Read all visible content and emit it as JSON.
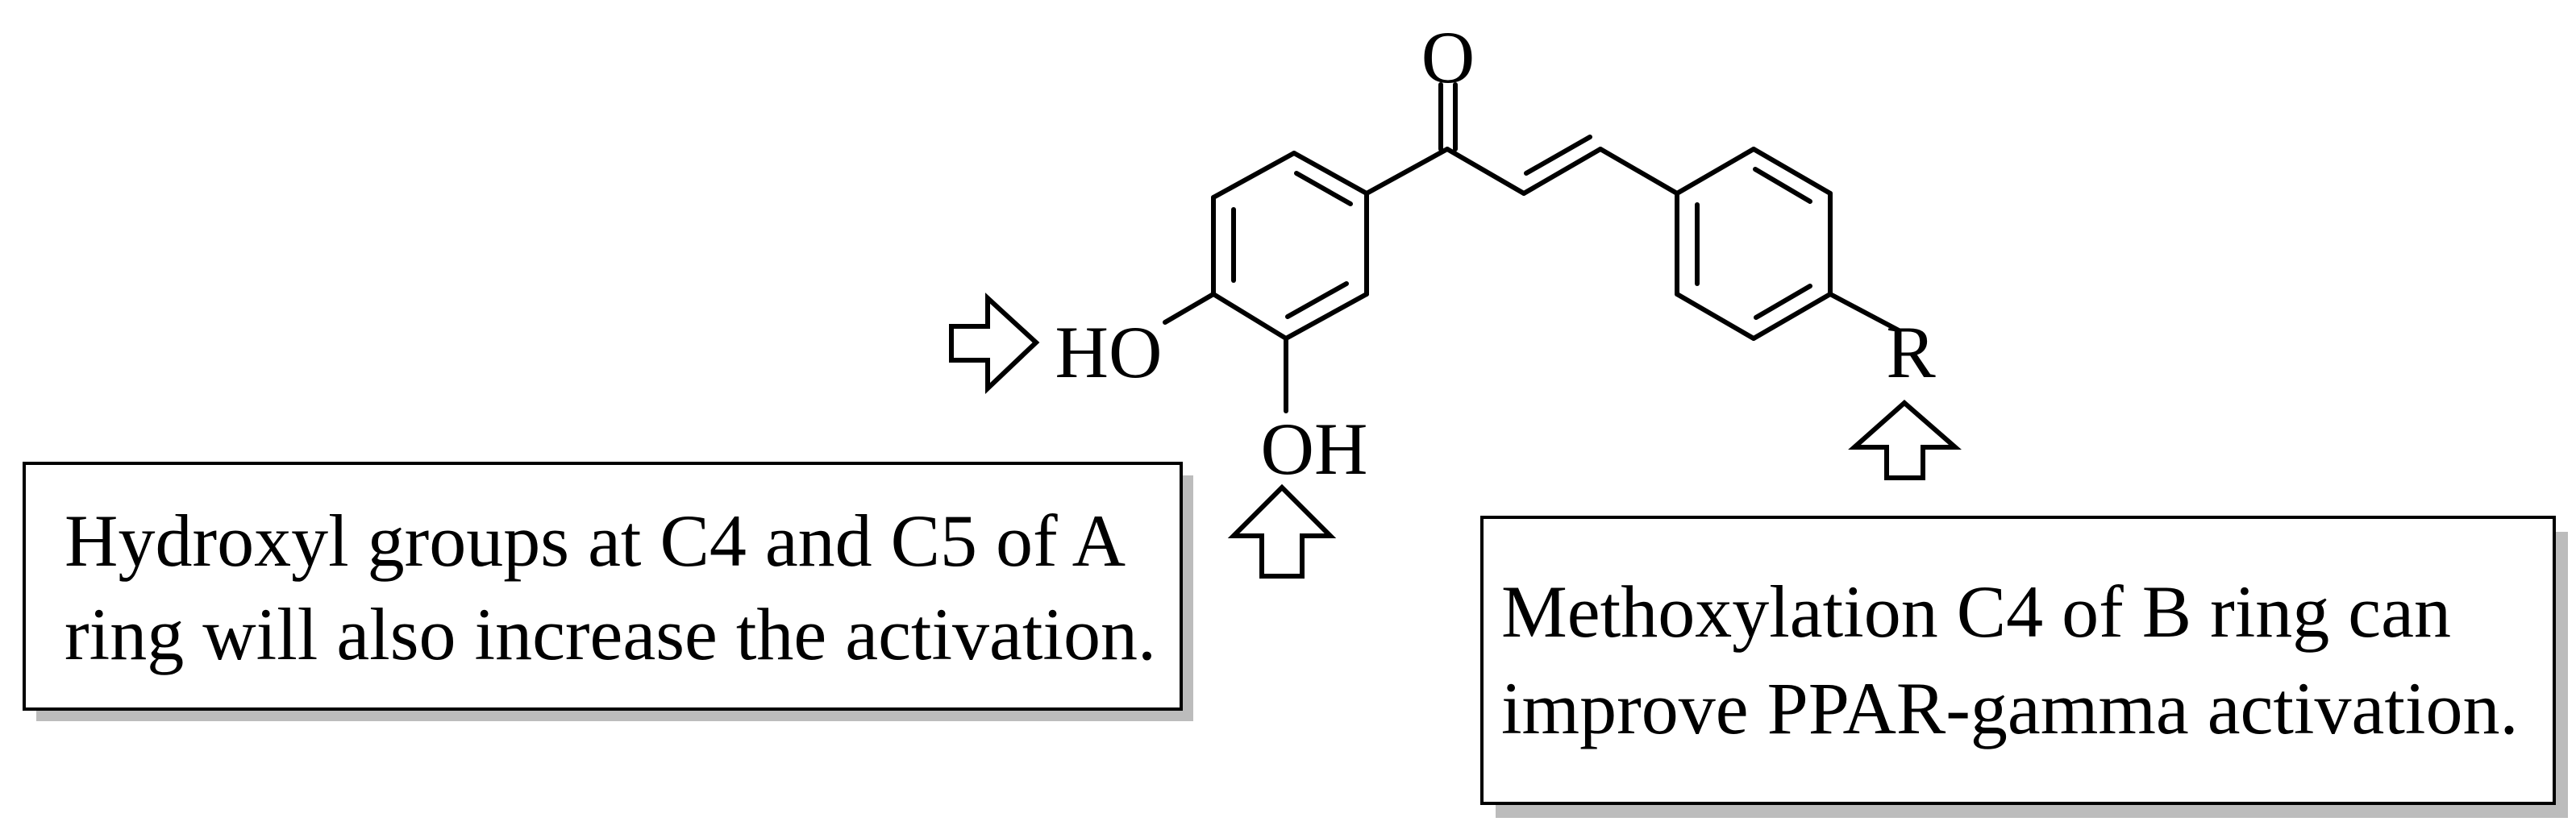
{
  "molecule": {
    "atoms": {
      "carbonyl_oxygen": "O",
      "hydroxyl_c4": "HO",
      "hydroxyl_c5": "OH",
      "b_ring_substituent": "R"
    }
  },
  "annotations": {
    "a_ring_note": {
      "line1": "Hydroxyl groups at C4 and C5 of A",
      "line2": "ring will also increase the activation."
    },
    "b_ring_note": {
      "line1": "Methoxylation C4 of B ring can",
      "line2": "improve PPAR-gamma activation."
    }
  }
}
